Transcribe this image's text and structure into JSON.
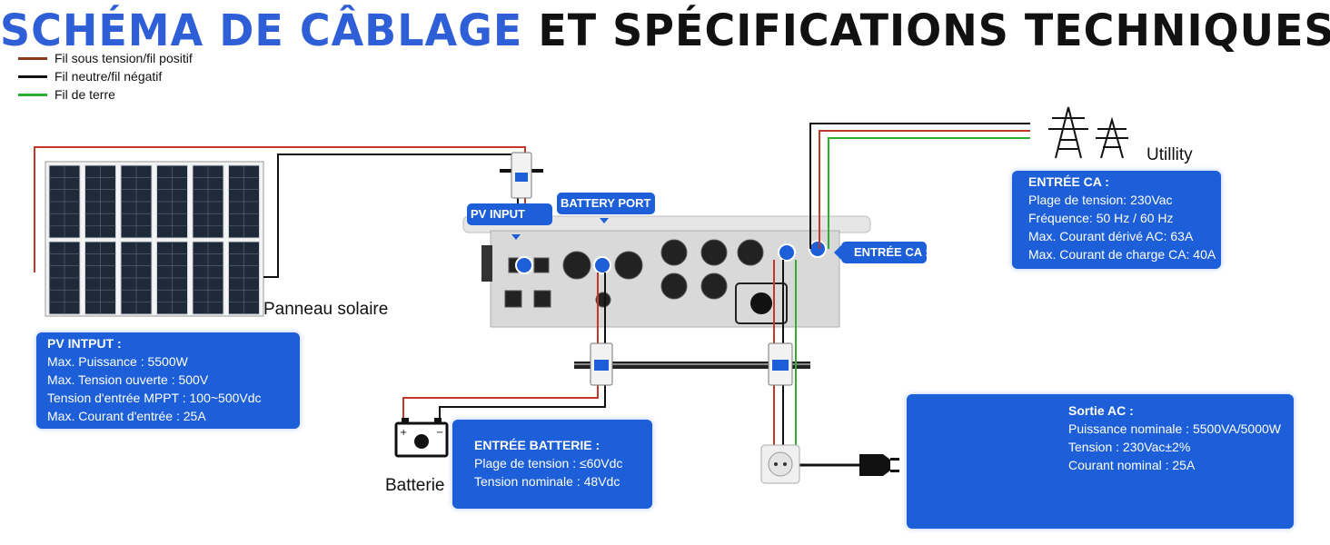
{
  "title": {
    "part1": "SCHÉMA DE CÂBLAGE",
    "part2": "ET SPÉCIFICATIONS TECHNIQUES"
  },
  "legend": [
    {
      "label": "Fil sous tension/fil positif",
      "color": "#8b3a1a"
    },
    {
      "label": "Fil neutre/fil négatif",
      "color": "#111111"
    },
    {
      "label": "Fil de terre",
      "color": "#2eae2e"
    }
  ],
  "colors": {
    "accent": "#1d5fd8",
    "wire_live": "#c0392b",
    "wire_neutral": "#111111",
    "wire_earth": "#2eae2e"
  },
  "labels": {
    "solar_panel": "Panneau solaire",
    "battery": "Batterie",
    "utility": "Utillity",
    "pv_input_tag": "PV INPUT",
    "battery_port_tag": "BATTERY PORT",
    "ac_input_tag": "ENTRÉE CA :"
  },
  "pv_card": {
    "heading": "PV INTPUT :",
    "lines": [
      "Max. Puissance : 5500W",
      "Max. Tension ouverte : 500V",
      "Tension d'entrée MPPT : 100~500Vdc",
      "Max. Courant d'entrée : 25A"
    ]
  },
  "battery_card": {
    "heading": "ENTRÉE BATTERIE :",
    "lines": [
      "Plage de tension : ≤60Vdc",
      "Tension nominale : 48Vdc"
    ]
  },
  "ac_input_card": {
    "heading": "ENTRÉE CA :",
    "lines": [
      "Plage de tension: 230Vac",
      "Fréquence: 50 Hz / 60 Hz",
      "Max. Courant dérivé AC: 63A",
      "Max. Courant de charge CA: 40A"
    ]
  },
  "ac_output_card": {
    "heading": "Sortie AC :",
    "lines": [
      "Puissance nominale : 5500VA/5000W",
      "Tension : 230Vac±2%",
      "Courant nominal : 25A"
    ]
  },
  "icons": [
    "solar-panel-icon",
    "inverter-icon",
    "breaker-icon",
    "battery-icon",
    "power-tower-icon",
    "socket-icon",
    "plug-icon",
    "washing-machine-icon",
    "fridge-icon",
    "laptop-icon",
    "phone-icon"
  ]
}
